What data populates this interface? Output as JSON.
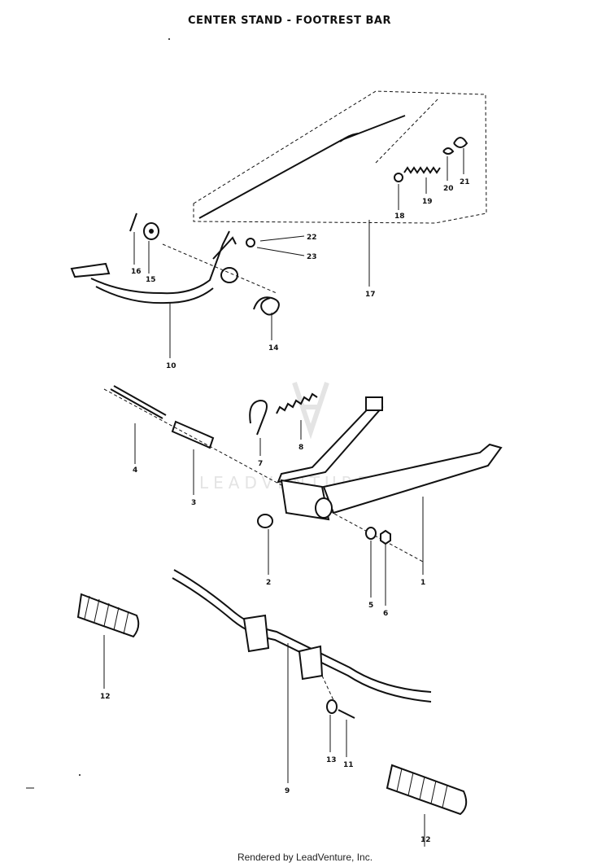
{
  "title": "CENTER STAND - FOOTREST BAR",
  "footer": "Rendered by LeadVenture, Inc.",
  "watermark": "LEADVENTURE",
  "callouts": {
    "c1": "1",
    "c2": "2",
    "c3": "3",
    "c4": "4",
    "c5": "5",
    "c6": "6",
    "c7": "7",
    "c8": "8",
    "c9": "9",
    "c10": "10",
    "c11": "11",
    "c12a": "12",
    "c12b": "12",
    "c13": "13",
    "c14": "14",
    "c15": "15",
    "c16": "16",
    "c17": "17",
    "c18": "18",
    "c19": "19",
    "c20": "20",
    "c21": "21",
    "c22": "22",
    "c23": "23"
  }
}
